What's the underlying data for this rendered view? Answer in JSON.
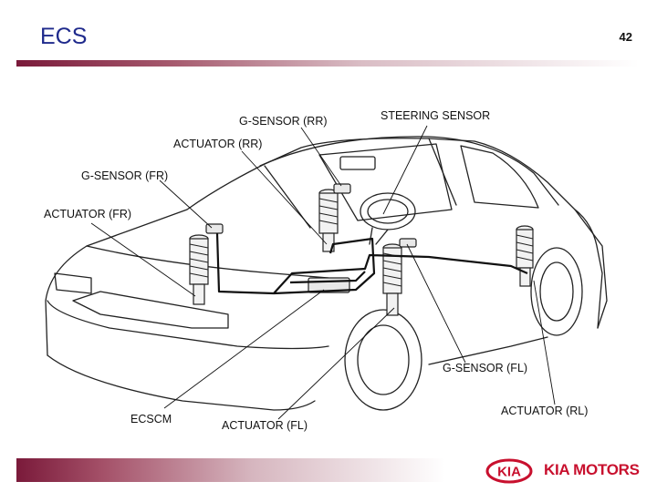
{
  "slide": {
    "title": "ECS",
    "page_number": "42"
  },
  "labels": {
    "g_sensor_rr": "G-SENSOR (RR)",
    "steering_sensor": "STEERING SENSOR",
    "actuator_rr": "ACTUATOR (RR)",
    "g_sensor_fr": "G-SENSOR (FR)",
    "actuator_fr": "ACTUATOR (FR)",
    "g_sensor_fl": "G-SENSOR (FL)",
    "actuator_rl": "ACTUATOR (RL)",
    "ecscm": "ECSCM",
    "actuator_fl": "ACTUATOR (FL)"
  },
  "logo": {
    "emblem_text": "KIA",
    "brand_text": "KIA MOTORS",
    "brand_color": "#c8102e"
  },
  "colors": {
    "title": "#1f2a8c",
    "bar_dark": "#7a1a3a"
  }
}
